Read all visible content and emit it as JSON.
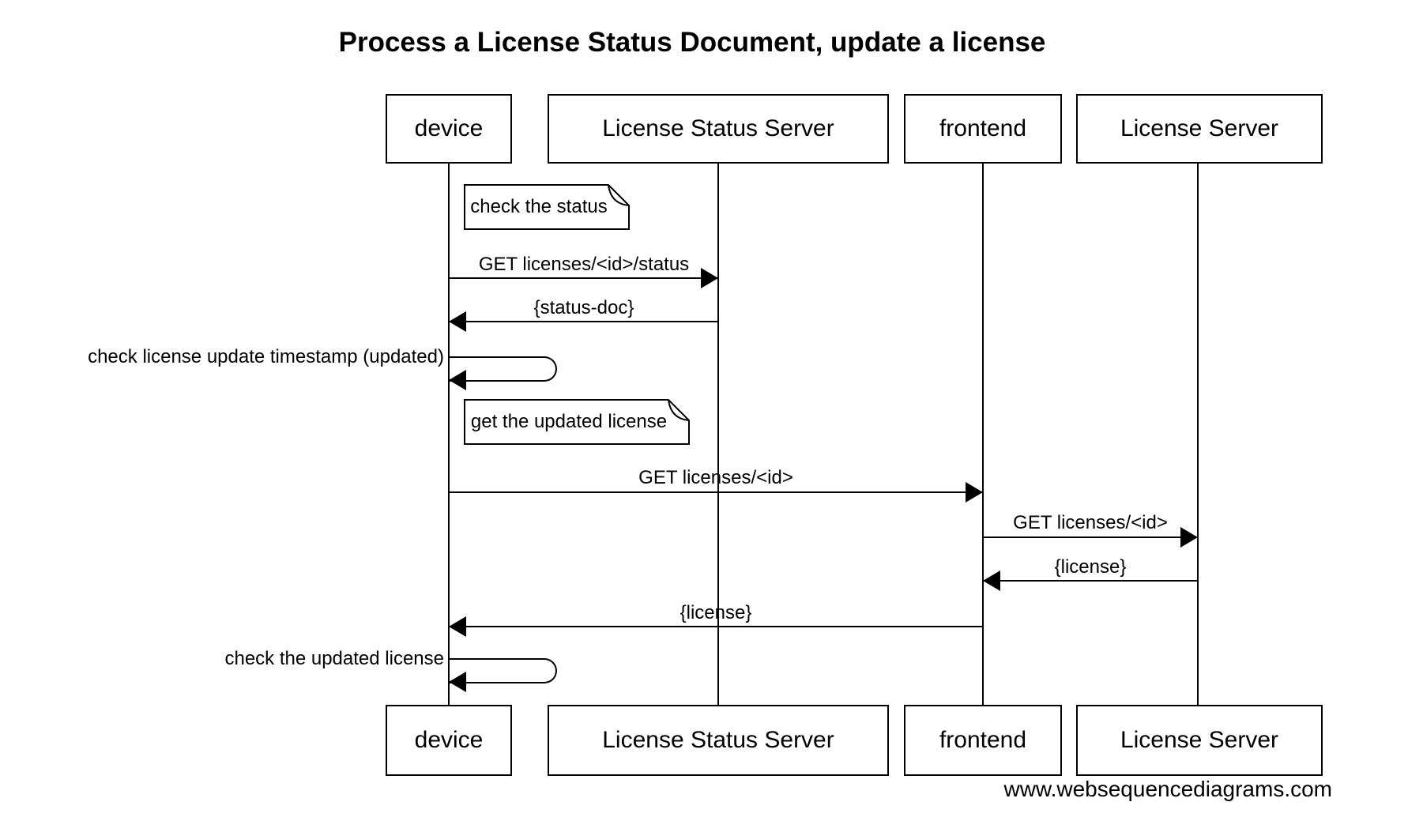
{
  "title": "Process a License Status Document, update a license",
  "watermark": "www.websequencediagrams.com",
  "actors": [
    {
      "label": "device"
    },
    {
      "label": "License Status Server"
    },
    {
      "label": "frontend"
    },
    {
      "label": "License Server"
    }
  ],
  "notes": [
    {
      "text": "check the status",
      "over": "device"
    },
    {
      "text": "get the updated license",
      "over": "device"
    }
  ],
  "messages": [
    {
      "label": "GET licenses/<id>/status",
      "from": "device",
      "to": "License Status Server",
      "direction": "right"
    },
    {
      "label": "{status-doc}",
      "from": "License Status Server",
      "to": "device",
      "direction": "left"
    },
    {
      "label": "check license update timestamp (updated)",
      "from": "device",
      "to": "device",
      "direction": "self"
    },
    {
      "label": "GET licenses/<id>",
      "from": "device",
      "to": "frontend",
      "direction": "right"
    },
    {
      "label": "GET licenses/<id>",
      "from": "frontend",
      "to": "License Server",
      "direction": "right"
    },
    {
      "label": "{license}",
      "from": "License Server",
      "to": "frontend",
      "direction": "left"
    },
    {
      "label": "{license}",
      "from": "frontend",
      "to": "device",
      "direction": "left"
    },
    {
      "label": "check the updated license",
      "from": "device",
      "to": "device",
      "direction": "self"
    }
  ],
  "colors": {
    "line": "#000000",
    "text": "#000000",
    "background": "#ffffff",
    "fill": "#ffffff"
  }
}
